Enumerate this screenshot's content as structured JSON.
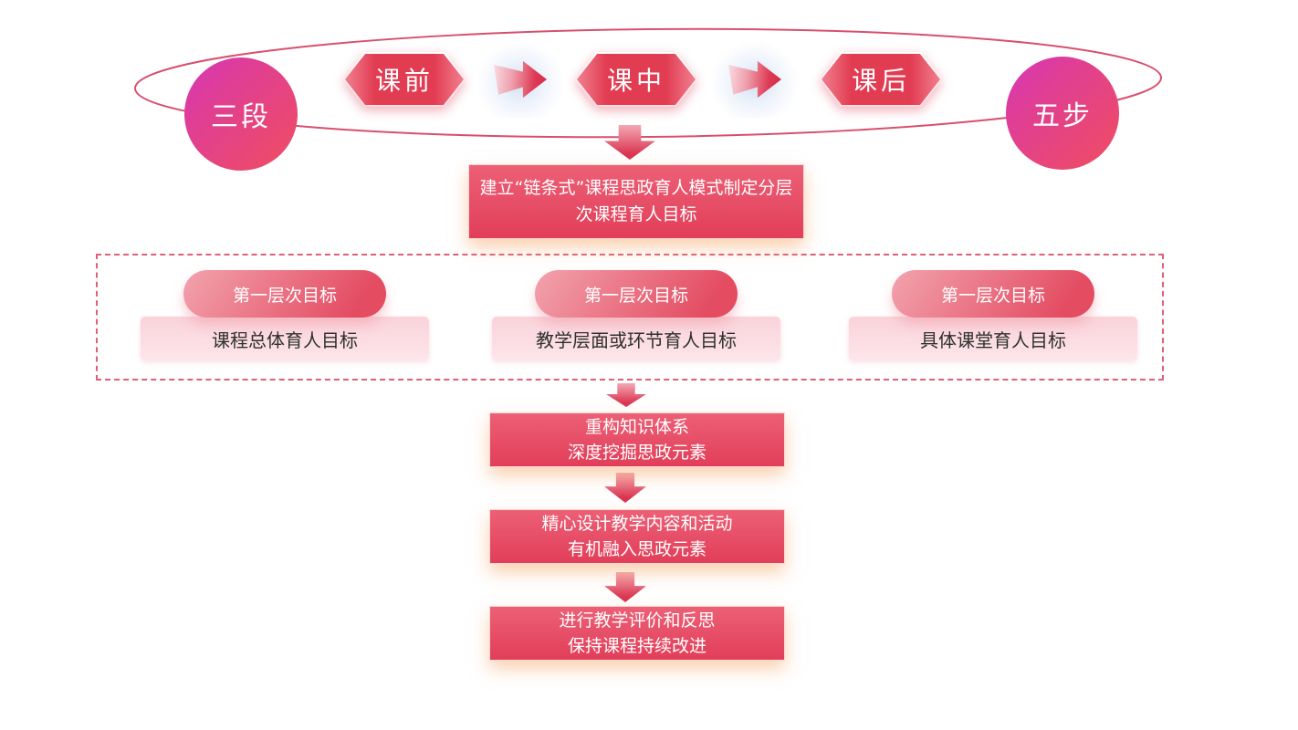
{
  "ring": {
    "left_circle_label": "三段",
    "right_circle_label": "五步",
    "stages": [
      {
        "label": "课前"
      },
      {
        "label": "课中"
      },
      {
        "label": "课后"
      }
    ]
  },
  "title_box": {
    "line1": "建立“链条式”课程思政育人模式制定分层",
    "line2": "次课程育人目标"
  },
  "objectives": [
    {
      "pill_label": "第一层次目标",
      "description": "课程总体育人目标"
    },
    {
      "pill_label": "第一层次目标",
      "description": "教学层面或环节育人目标"
    },
    {
      "pill_label": "第一层次目标",
      "description": "具体课堂育人目标"
    }
  ],
  "steps": [
    {
      "line1": "重构知识体系",
      "line2": "深度挖掘思政元素"
    },
    {
      "line1": "精心设计教学内容和活动",
      "line2": "有机融入思政元素"
    },
    {
      "line1": "进行教学评价和反思",
      "line2": "保持课程持续改进"
    }
  ],
  "icons": {
    "forward_arrow": "▶",
    "down_arrow": "▼"
  },
  "colors": {
    "primary_red": "#e23e59",
    "box_red_top": "#ec6076",
    "circle_magenta": "#d637b6",
    "circle_pink": "#ee4b68",
    "ellipse_stroke": "#d84f6e",
    "dashed_border": "#dd5f7a",
    "pill_light": "#f2a3ae",
    "pill_dark": "#e4495f",
    "desc_pink": "#fad2da",
    "glow_shadow": "#f6aa6e",
    "text_on_red": "#ffffff",
    "text_dark": "#2f2f2f"
  }
}
